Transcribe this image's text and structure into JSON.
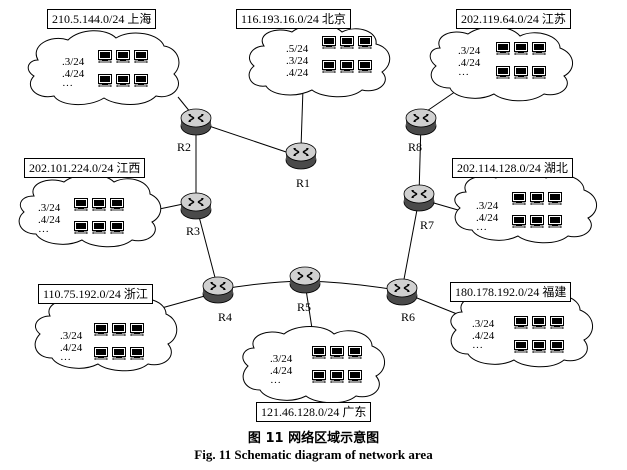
{
  "areas": {
    "shanghai": {
      "label": "210.5.144.0/24 上海",
      "subnets": [
        ".3/24",
        ".4/24",
        "···"
      ]
    },
    "beijing": {
      "label": "116.193.16.0/24  北京",
      "subnets": [
        ".5/24",
        ".3/24",
        ".4/24"
      ]
    },
    "jiangsu": {
      "label": "202.119.64.0/24 江苏",
      "subnets": [
        ".3/24",
        ".4/24",
        "···"
      ]
    },
    "jiangxi": {
      "label": "202.101.224.0/24 江西",
      "subnets": [
        ".3/24",
        ".4/24",
        "···"
      ]
    },
    "hubei": {
      "label": "202.114.128.0/24 湖北",
      "subnets": [
        ".3/24",
        ".4/24",
        "···"
      ]
    },
    "zhejiang": {
      "label": "110.75.192.0/24 浙江",
      "subnets": [
        ".3/24",
        ".4/24",
        "···"
      ]
    },
    "fujian": {
      "label": "180.178.192.0/24 福建",
      "subnets": [
        ".3/24",
        ".4/24",
        "···"
      ]
    },
    "guangdong": {
      "label": "121.46.128.0/24 广东",
      "subnets": [
        ".3/24",
        ".4/24",
        "···"
      ]
    }
  },
  "routers": {
    "r1": "R1",
    "r2": "R2",
    "r3": "R3",
    "r4": "R4",
    "r5": "R5",
    "r6": "R6",
    "r7": "R7",
    "r8": "R8"
  },
  "caption": {
    "zh": "图 11    网络区域示意图",
    "en": "Fig. 11    Schematic diagram of network area"
  },
  "icons": {
    "router": "router-icon",
    "computer": "computer-icon",
    "cloud": "cloud-shape"
  }
}
